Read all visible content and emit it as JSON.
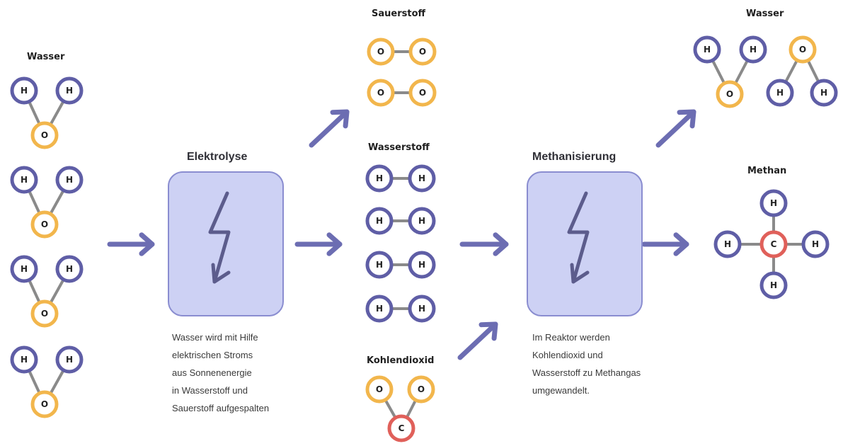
{
  "colors": {
    "hydrogen": "#5f5ea6",
    "oxygen": "#f2b64c",
    "carbon": "#e0605a",
    "arrow": "#6c6db2",
    "box_fill": "#cdd1f4",
    "box_stroke": "#8a8dd0",
    "bond": "#8a8a8a"
  },
  "input_water": {
    "label": "Wasser",
    "atom_h": "H",
    "atom_o": "O"
  },
  "electrolysis": {
    "title": "Elektrolyse",
    "icon": "lightning-icon",
    "description": [
      "Wasser wird mit Hilfe",
      "elektrischen Stroms",
      "aus Sonnenenergie",
      "in Wasserstoff und",
      "Sauerstoff aufgespalten"
    ]
  },
  "oxygen_out": {
    "label": "Sauerstoff",
    "atom": "O"
  },
  "hydrogen_out": {
    "label": "Wasserstoff",
    "atom": "H"
  },
  "co2_in": {
    "label": "Kohlendioxid",
    "atom_o": "O",
    "atom_c": "C"
  },
  "methanation": {
    "title": "Methanisierung",
    "icon": "lightning-icon",
    "description": [
      "Im Reaktor werden",
      "Kohlendioxid und",
      "Wasserstoff zu Methangas",
      "umgewandelt."
    ]
  },
  "output_water": {
    "label": "Wasser",
    "atom_h": "H",
    "atom_o": "O"
  },
  "methane": {
    "label": "Methan",
    "atom_h": "H",
    "atom_c": "C"
  }
}
